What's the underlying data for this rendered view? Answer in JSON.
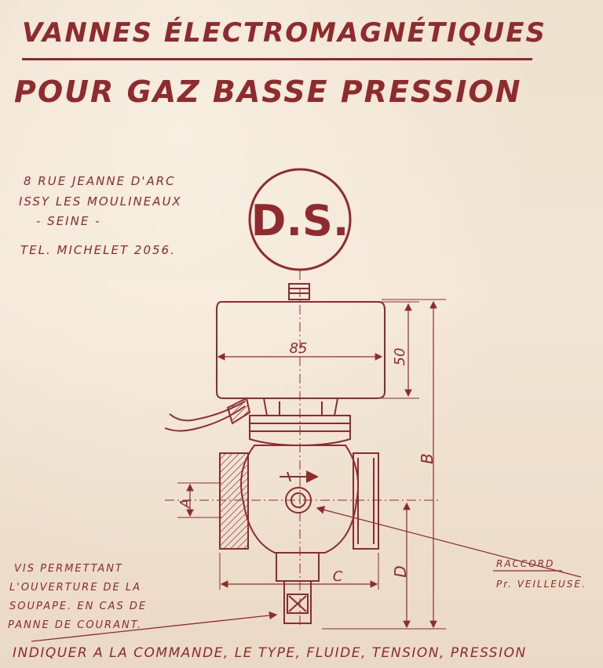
{
  "title": {
    "line1": "VANNES ÉLECTROMAGNÉTIQUES",
    "line2": "POUR GAZ BASSE PRESSION"
  },
  "address": {
    "street": "8 RUE JEANNE D'ARC",
    "city": "ISSY LES MOULINEAUX",
    "region": "- SEINE -",
    "phone": "TEL. MICHELET 2056."
  },
  "logo": {
    "text": "D.S."
  },
  "dimensions": {
    "width": "85",
    "height": "50",
    "overall": "B",
    "bore": "A",
    "length": "C",
    "lower": "D"
  },
  "annotations": {
    "raccord_line1": "RACCORD",
    "raccord_line2": "Pr. VEILLEUSE.",
    "vis_line1": "VIS PERMETTANT",
    "vis_line2": "L'OUVERTURE DE LA",
    "vis_line3": "SOUPAPE. EN CAS DE",
    "vis_line4": "PANNE DE COURANT."
  },
  "footer": "INDIQUER A LA COMMANDE, LE TYPE, FLUIDE, TENSION, PRESSION",
  "colors": {
    "ink": "#8f2b2e",
    "paper": "#f1e4d3"
  }
}
